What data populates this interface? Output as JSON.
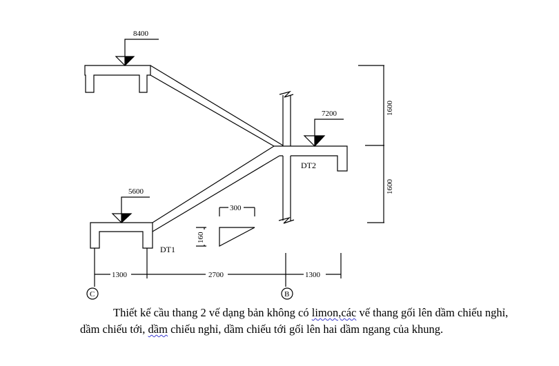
{
  "diagram": {
    "levels": {
      "top": "8400",
      "right": "7200",
      "bottom": "5600"
    },
    "beams": {
      "dt1": "DT1",
      "dt2": "DT2"
    },
    "dims_horizontal": {
      "left": "1300",
      "middle": "2700",
      "right": "1300"
    },
    "dims_vertical": {
      "upper": "1600",
      "lower": "1600"
    },
    "step": {
      "width": "300",
      "height": "160"
    },
    "axes": {
      "c": "C",
      "b": "B"
    }
  },
  "caption": {
    "part1": "Thiết kế cầu thang 2 vế dạng bản không có ",
    "limon": "limon,các",
    "part2": " vế thang gối lên dầm chiếu nghỉ,  dầm chiếu tới, ",
    "dam": "dầm",
    "part3": " chiếu nghỉ, dầm chiếu tới gối lên hai dầm ngang của khung."
  }
}
